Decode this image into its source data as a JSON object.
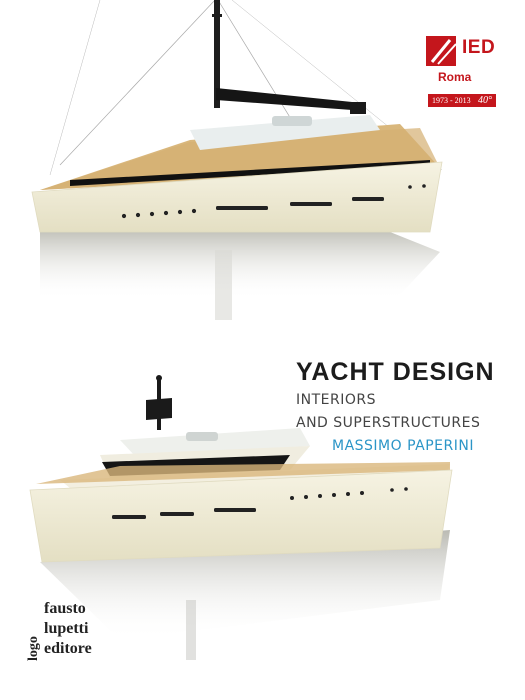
{
  "cover": {
    "title": "YACHT DESIGN",
    "subtitle_line1": "INTERIORS",
    "subtitle_line2": "AND SUPERSTRUCTURES",
    "author": "MASSIMO PAPERINI"
  },
  "ied_logo": {
    "name": "IED",
    "city": "Roma",
    "years": "1973 - 2013",
    "anniversary": "40°"
  },
  "publisher": {
    "logo": "logo",
    "line1": "fausto",
    "line2": "lupetti",
    "line3": "editore"
  },
  "colors": {
    "brand_red": "#c4161c",
    "author_blue": "#2b95c7",
    "hull_cream": "#f1edd6",
    "deck_wood": "#d9b77c",
    "superstructure_dark": "#1a1a1a"
  }
}
